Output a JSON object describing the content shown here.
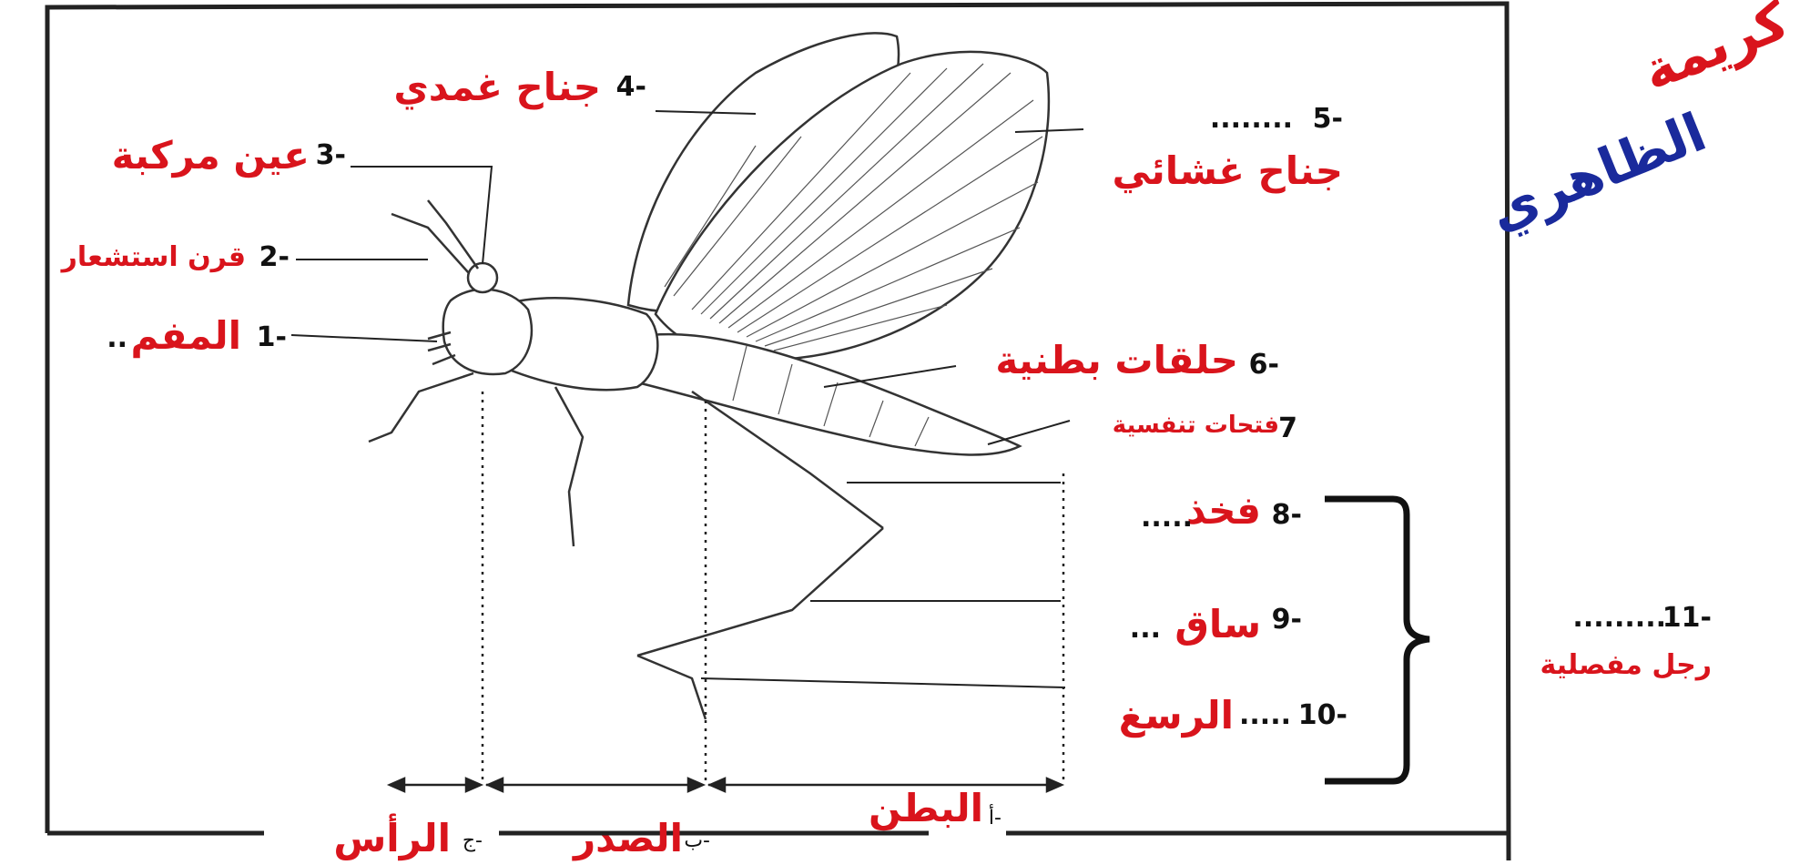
{
  "labels": {
    "l1": {
      "num": "1-",
      "answer": "المفم",
      "dots": ".."
    },
    "l2": {
      "num": "2-",
      "answer": "قرن استشعار",
      "dots": "."
    },
    "l3": {
      "num": "3-",
      "answer": "عين مركبة",
      "dots": "."
    },
    "l4": {
      "num": "4-",
      "answer": "جناح غمدي",
      "dots": ".."
    },
    "l5": {
      "num": "5-",
      "answer": "جناح غشائي",
      "dots": "........"
    },
    "l6": {
      "num": "6-",
      "answer": "حلقات بطنية",
      "dots": "."
    },
    "l7": {
      "num": "7",
      "answer": "فتحات تنفسية",
      "dots": "."
    },
    "l8": {
      "num": "8-",
      "answer": "فخذ",
      "dots": "....."
    },
    "l9": {
      "num": "9-",
      "answer": "ساق",
      "dots": "..."
    },
    "l10": {
      "num": "10-",
      "answer": "الرسغ",
      "dots": "....."
    },
    "l11": {
      "num": "11-",
      "answer": "رجل مفصلية",
      "dots": "........."
    }
  },
  "segments": {
    "head": {
      "letter": "ج-",
      "answer": "الرأس",
      "dots": "."
    },
    "thorax": {
      "letter": "ب-",
      "answer": "الصدر",
      "dots": "."
    },
    "abdomen": {
      "letter": "أ-",
      "answer": "البطن",
      "dots": "....."
    }
  },
  "signature": {
    "part1": "كريمة",
    "part2": "الظاهري"
  },
  "colors": {
    "answer": "#d9141c",
    "signature_red": "#d9141c",
    "signature_blue": "#1a2a9c",
    "ink": "#111111"
  }
}
